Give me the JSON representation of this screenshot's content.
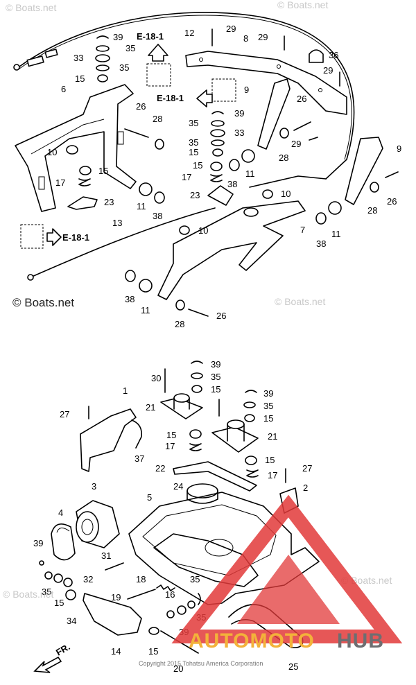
{
  "watermarks": {
    "main": "© Boats.net",
    "faint": "© Boats.net"
  },
  "references": [
    "E-18-1",
    "E-18-1",
    "E-18-1"
  ],
  "callouts_top": [
    "39",
    "35",
    "33",
    "35",
    "15",
    "6",
    "10",
    "15",
    "17",
    "23",
    "26",
    "28",
    "11",
    "38",
    "12",
    "29",
    "8",
    "29",
    "36",
    "29",
    "9",
    "39",
    "35",
    "33",
    "35",
    "15",
    "15",
    "17",
    "23",
    "38",
    "11",
    "26",
    "28",
    "29",
    "9",
    "26",
    "28",
    "10",
    "13",
    "10",
    "7",
    "38",
    "11",
    "38",
    "11",
    "28",
    "26"
  ],
  "callouts_bottom": [
    "39",
    "30",
    "35",
    "15",
    "39",
    "35",
    "15",
    "27",
    "1",
    "21",
    "15",
    "17",
    "21",
    "37",
    "22",
    "24",
    "15",
    "17",
    "27",
    "2",
    "3",
    "4",
    "5",
    "39",
    "31",
    "35",
    "15",
    "32",
    "34",
    "18",
    "19",
    "35",
    "16",
    "39",
    "35",
    "14",
    "15",
    "20",
    "25"
  ],
  "direction_label": "FR.",
  "copyright": "Copyright 2015 Tohatsu America Corporation",
  "brand": {
    "part1": "AUTOMOTO",
    "part2": "HUB"
  },
  "colors": {
    "brand_red": "#e23a3a",
    "brand_orange": "#f3b23a",
    "brand_gray": "#6d6e71"
  }
}
